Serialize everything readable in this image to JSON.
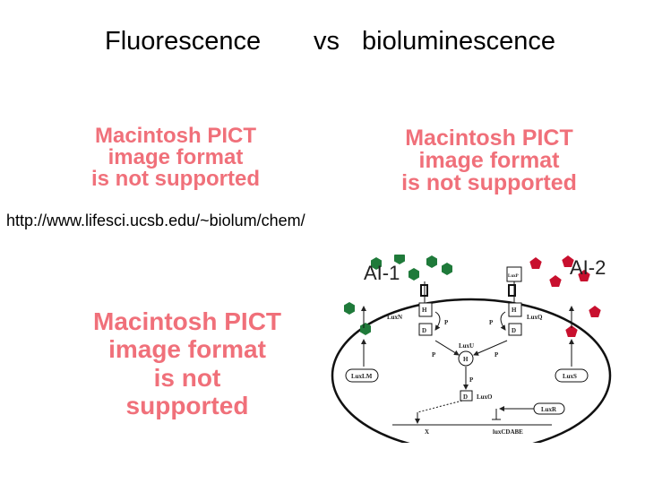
{
  "slide": {
    "title_left": "Fluorescence",
    "title_vs": "vs",
    "title_right": "bioluminescence",
    "url": "http://www.lifesci.ucsb.edu/~biolum/chem/"
  },
  "placeholders": {
    "line1": "Macintosh PICT",
    "line2": "image format",
    "line3": "is not supported"
  },
  "diagram": {
    "ai1": "AI-1",
    "ai2": "AI-2",
    "luxn": "LuxN",
    "luxq": "LuxQ",
    "luxu": "LuxU",
    "luxo": "LuxO",
    "luxlm": "LuxLM",
    "luxs": "LuxS",
    "luxr": "LuxR",
    "luxp": "LuxP",
    "h": "H",
    "d": "D",
    "p": "P",
    "x": "X",
    "operon": "luxCDABE",
    "green_color": "#1f7a3a",
    "red_color": "#c8102e"
  }
}
